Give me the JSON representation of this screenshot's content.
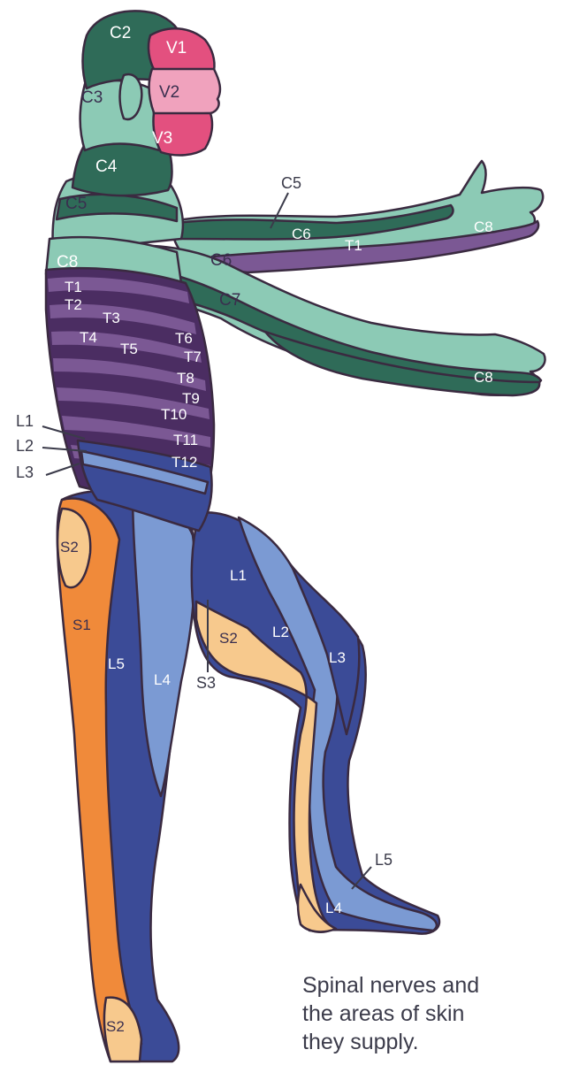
{
  "colors": {
    "c_dark_green": "#2f6b58",
    "c_light_green": "#8ccab5",
    "trigeminal_pink": "#e3507f",
    "trigeminal_light_pink": "#f0a2bd",
    "thoracic_dark_purple": "#4b2d62",
    "thoracic_mid_purple": "#7b5894",
    "lumbar_dark_blue": "#3b4b97",
    "lumbar_light_blue": "#7b9ad3",
    "sacral_orange": "#f08a3a",
    "sacral_peach": "#f7c98d",
    "outline": "#3a2a40"
  },
  "labels": {
    "c2": "C2",
    "c3": "C3",
    "c4": "C4",
    "c5_neck": "C5",
    "c5_arm": "C5",
    "c6_upper": "C6",
    "c6_lower": "C6",
    "c7": "C7",
    "c8_torso": "C8",
    "c8_upper_hand": "C8",
    "c8_lower_hand": "C8",
    "v1": "V1",
    "v2": "V2",
    "v3": "V3",
    "t1_arm": "T1",
    "t1": "T1",
    "t2": "T2",
    "t3": "T3",
    "t4": "T4",
    "t5": "T5",
    "t6": "T6",
    "t7": "T7",
    "t8": "T8",
    "t9": "T9",
    "t10": "T10",
    "t11": "T11",
    "t12": "T12",
    "l1_side": "L1",
    "l2_side": "L2",
    "l3_side": "L3",
    "l1": "L1",
    "l2": "L2",
    "l3": "L3",
    "l4": "L4",
    "l5": "L5",
    "l4_foot": "L4",
    "l5_foot": "L5",
    "s1": "S1",
    "s2_hip": "S2",
    "s2_thigh": "S2",
    "s2_heel": "S2",
    "s3": "S3"
  },
  "caption": {
    "line1": "Spinal nerves and",
    "line2": "the areas of skin",
    "line3": "they supply."
  }
}
